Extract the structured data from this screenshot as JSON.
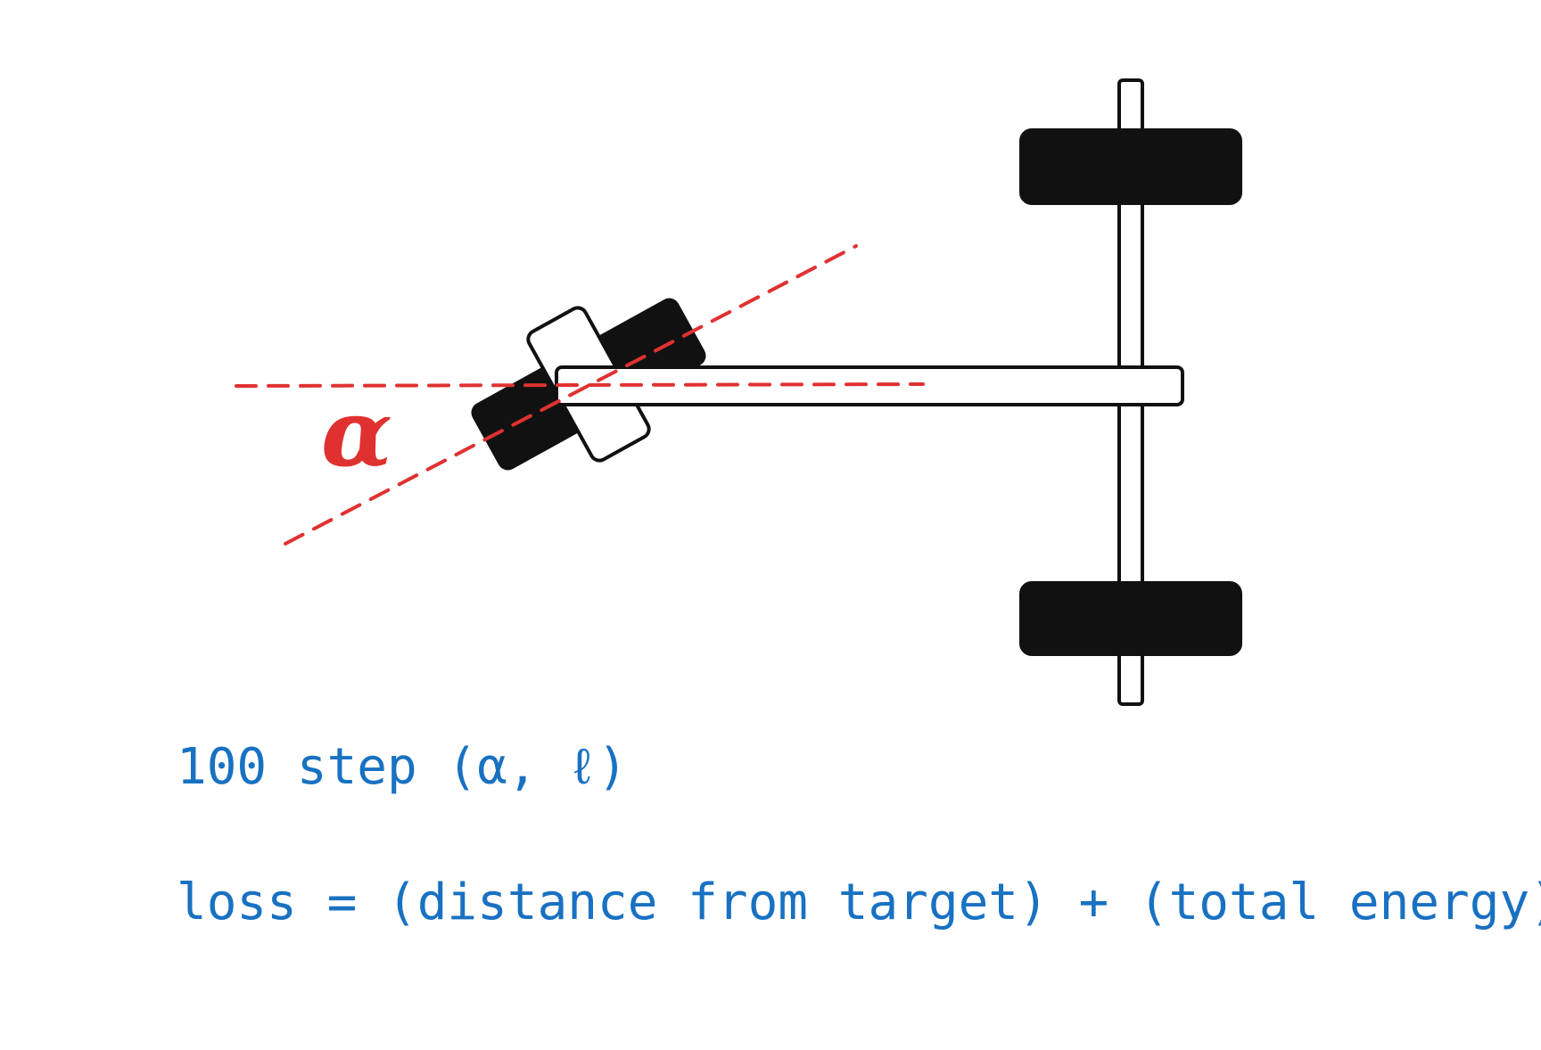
{
  "diagram": {
    "angle_symbol": "α",
    "notes": {
      "steps": "100 step (α, ℓ)",
      "loss": "loss = (distance from target) + (total energy)"
    },
    "colors": {
      "ink": "#111111",
      "annotation_red": "#e03131",
      "annotation_blue": "#1971c2",
      "background": "#ffffff"
    }
  }
}
